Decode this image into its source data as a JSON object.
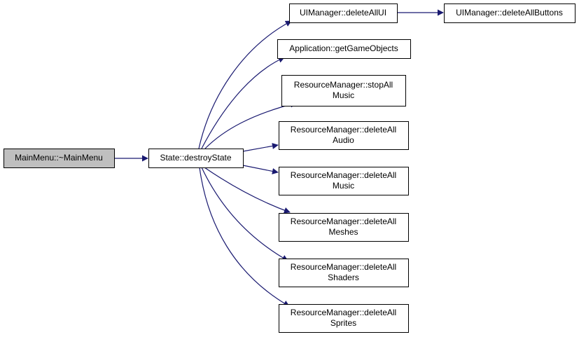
{
  "colors": {
    "edge": "#191970",
    "node_border": "#000000",
    "node_fill": "#ffffff",
    "root_fill": "#bfbfbf"
  },
  "nodes": [
    {
      "id": "mainmenu",
      "lines": [
        "MainMenu::~MainMenu"
      ],
      "root": true
    },
    {
      "id": "destroystate",
      "lines": [
        "State::destroyState"
      ]
    },
    {
      "id": "deleteallui",
      "lines": [
        "UIManager::deleteAllUI"
      ]
    },
    {
      "id": "deleteallbuttons",
      "lines": [
        "UIManager::deleteAllButtons"
      ]
    },
    {
      "id": "getgameobjects",
      "lines": [
        "Application::getGameObjects"
      ]
    },
    {
      "id": "stopallmusic",
      "lines": [
        "ResourceManager::stopAll",
        "Music"
      ]
    },
    {
      "id": "deleteallaudio",
      "lines": [
        "ResourceManager::deleteAll",
        "Audio"
      ]
    },
    {
      "id": "deleteallmusic",
      "lines": [
        "ResourceManager::deleteAll",
        "Music"
      ]
    },
    {
      "id": "deleteallmeshes",
      "lines": [
        "ResourceManager::deleteAll",
        "Meshes"
      ]
    },
    {
      "id": "deleteallshaders",
      "lines": [
        "ResourceManager::deleteAll",
        "Shaders"
      ]
    },
    {
      "id": "deleteallsprites",
      "lines": [
        "ResourceManager::deleteAll",
        "Sprites"
      ]
    }
  ],
  "edges": [
    {
      "from": "mainmenu",
      "to": "destroystate"
    },
    {
      "from": "destroystate",
      "to": "deleteallui"
    },
    {
      "from": "deleteallui",
      "to": "deleteallbuttons"
    },
    {
      "from": "destroystate",
      "to": "getgameobjects"
    },
    {
      "from": "destroystate",
      "to": "stopallmusic"
    },
    {
      "from": "destroystate",
      "to": "deleteallaudio"
    },
    {
      "from": "destroystate",
      "to": "deleteallmusic"
    },
    {
      "from": "destroystate",
      "to": "deleteallmeshes"
    },
    {
      "from": "destroystate",
      "to": "deleteallshaders"
    },
    {
      "from": "destroystate",
      "to": "deleteallsprites"
    }
  ]
}
